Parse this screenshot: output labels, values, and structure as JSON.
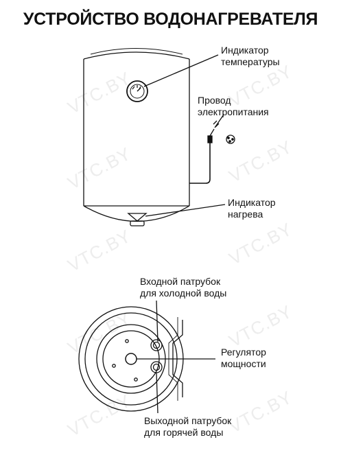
{
  "title": "УСТРОЙСТВО ВОДОНАГРЕВАТЕЛЯ",
  "watermark": "VTC.BY",
  "labels": {
    "temp_indicator": [
      "Индикатор",
      "температуры"
    ],
    "power_cord": [
      "Провод",
      "электропитания"
    ],
    "heat_indicator": [
      "Индикатор",
      "нагрева"
    ],
    "cold_inlet": [
      "Входной патрубок",
      "для холодной воды"
    ],
    "power_regulator": [
      "Регулятор",
      "мощности"
    ],
    "hot_outlet": [
      "Выходной патрубок",
      "для горячей воды"
    ]
  },
  "colors": {
    "line": "#111111",
    "watermark": "#ededed"
  }
}
